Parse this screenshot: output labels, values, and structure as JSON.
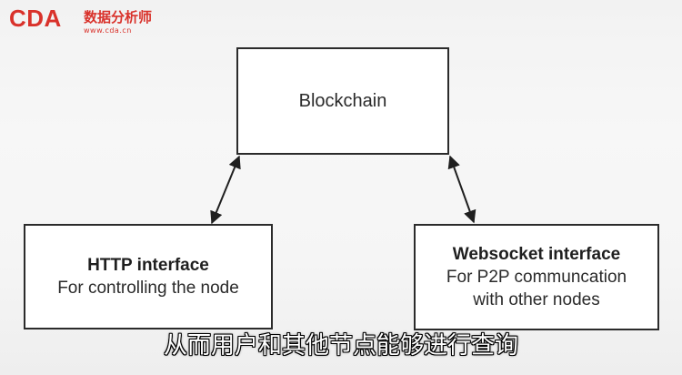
{
  "logo": {
    "main": "CDA",
    "cn": "数据分析师",
    "url": "www.cda.cn"
  },
  "diagram": {
    "blockchain": {
      "label": "Blockchain"
    },
    "http": {
      "title": "HTTP interface",
      "description": "For controlling the node"
    },
    "websocket": {
      "title": "Websocket interface",
      "line1": "For P2P communcation",
      "line2": "with other nodes"
    },
    "connectors": [
      "bidirectional-arrow",
      "bidirectional-arrow"
    ]
  },
  "subtitle": {
    "text": "从而用户和其他节点能够进行查询"
  },
  "colors": {
    "brand": "#d9322b",
    "stroke": "#2b2b2b",
    "subtitle_text": "#ffffff",
    "subtitle_outline": "#000000"
  }
}
